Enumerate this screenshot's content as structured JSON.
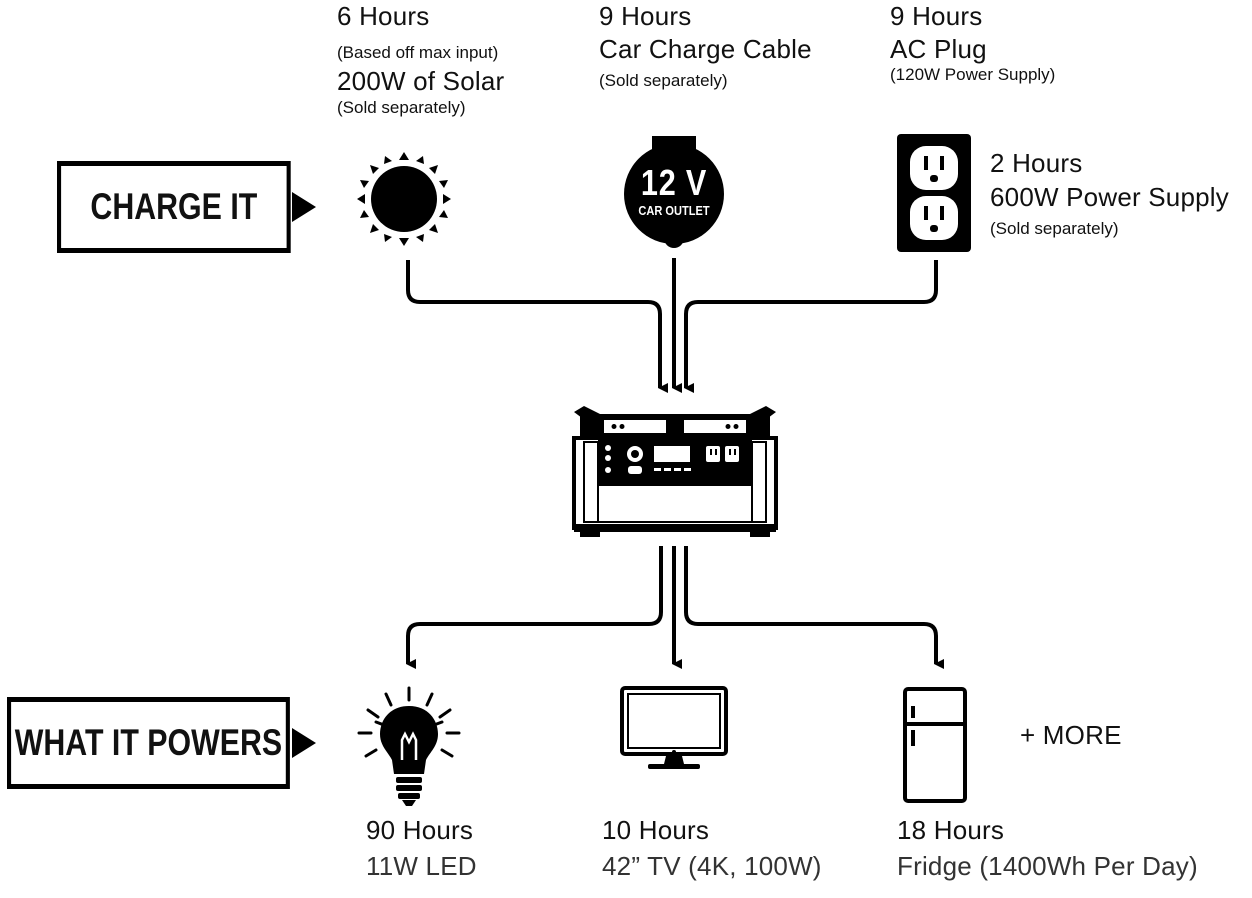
{
  "sections": {
    "charge_label": "CHARGE IT",
    "powers_label": "WHAT IT POWERS"
  },
  "charge_sources": {
    "solar": {
      "hours": "6 Hours",
      "note": "(Based off max input)",
      "title": "200W of Solar",
      "sub": "(Sold separately)",
      "icon": "sun-icon"
    },
    "car": {
      "hours": "9 Hours",
      "title": "Car Charge Cable",
      "sub": "(Sold separately)",
      "icon_main": "12 V",
      "icon_sub": "CAR OUTLET",
      "icon": "car-outlet-icon"
    },
    "ac": {
      "hours": "9 Hours",
      "title": "AC Plug",
      "sub": "(120W Power Supply)",
      "icon": "wall-outlet-icon"
    },
    "ac_fast": {
      "hours": "2 Hours",
      "title": "600W Power Supply",
      "sub": "(Sold separately)"
    }
  },
  "device": {
    "icon": "power-station-icon"
  },
  "outputs": {
    "led": {
      "hours": "90 Hours",
      "desc": "11W LED",
      "icon": "light-bulb-icon"
    },
    "tv": {
      "hours": "10 Hours",
      "desc": "42” TV (4K, 100W)",
      "icon": "tv-icon"
    },
    "fridge": {
      "hours": "18 Hours",
      "desc": "Fridge (1400Wh Per Day)",
      "icon": "fridge-icon"
    },
    "more": "+ MORE"
  }
}
